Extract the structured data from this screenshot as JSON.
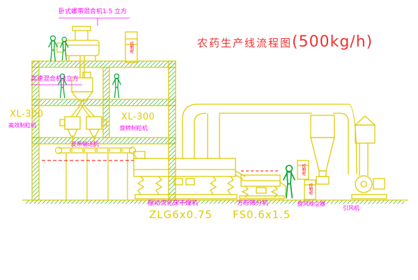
{
  "title": {
    "text": "农药生产线流程图",
    "capacity": "(500kg/h)"
  },
  "labels": {
    "ribbon_mixer": "卧式螺带混合机1.5 立方",
    "high_speed_mixer": "高速混合机3立方",
    "granulator_left_model": "XL-300",
    "granulator_left_name": "高效制粒机",
    "granulator_right_model": "XL-300",
    "granulator_right_name": "旋转制粒机",
    "belt_conveyor": "皮带输送机",
    "dryer_name": "振动流化床干燥机",
    "dryer_model": "ZLG6x0.75",
    "sieve_name": "方形筛分机",
    "sieve_model": "FS0.6x1.5",
    "cyclone_name": "旋风除尘器",
    "fan_name": "引风机",
    "cabinet_text": "控制柜"
  },
  "colors": {
    "line_yellow": "#dfcb00",
    "figure_green": "#00a832",
    "hatch_green": "#2fae2f",
    "label_magenta": "#ff00ff",
    "accent_red": "#ff0000",
    "background": "#ffffff"
  }
}
